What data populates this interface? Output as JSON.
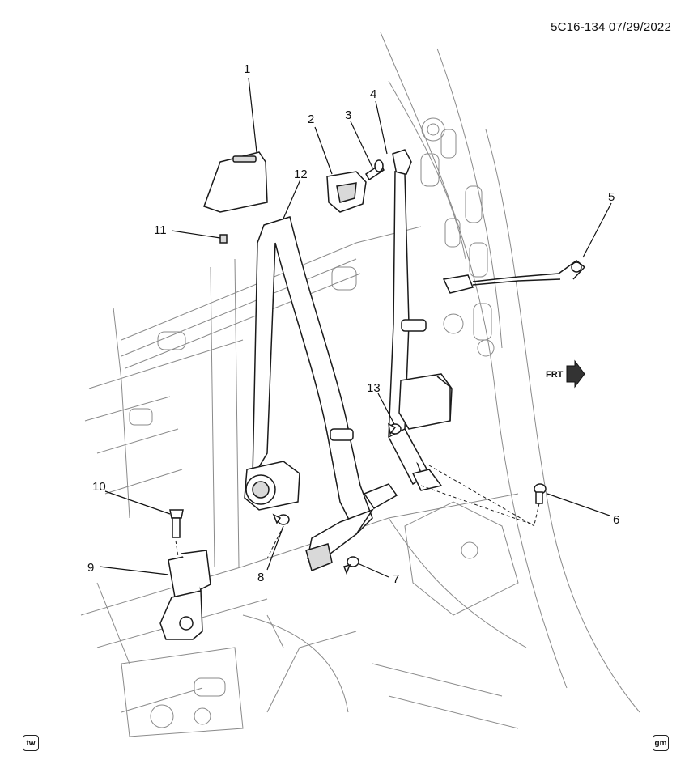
{
  "header": {
    "diagram_ref": "5C16-134 07/29/2022"
  },
  "callouts": [
    "1",
    "2",
    "3",
    "4",
    "5",
    "6",
    "7",
    "8",
    "9",
    "10",
    "11",
    "12",
    "13"
  ],
  "direction_marker": {
    "label": "FRT"
  },
  "badges": {
    "left": "tw",
    "right": "gm"
  },
  "colors": {
    "line": "#1a1a1a",
    "light_line": "#8a8a8a",
    "fill": "#ffffff",
    "shade": "#d9d9d9"
  }
}
